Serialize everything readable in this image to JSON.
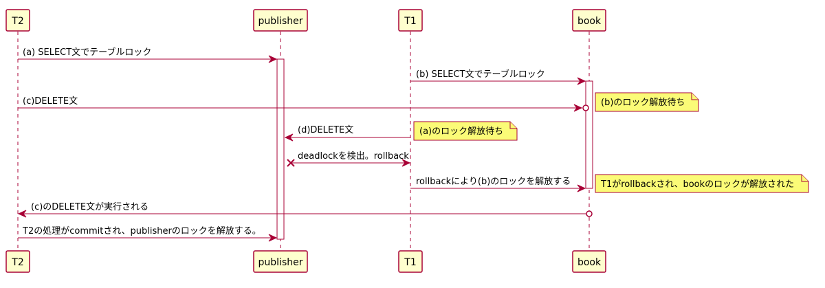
{
  "participants": {
    "t2": "T2",
    "publisher": "publisher",
    "t1": "T1",
    "book": "book"
  },
  "messages": {
    "m1": "(a) SELECT文でテーブルロック",
    "m2": "(b) SELECT文でテーブルロック",
    "m3": "(c)DELETE文",
    "m4": "(d)DELETE文",
    "m5": "deadlockを検出。rollback",
    "m6": "rollbackにより(b)のロックを解放する",
    "m7": "(c)のDELETE文が実行される",
    "m8": "T2の処理がcommitされ、publisherのロックを解放する。"
  },
  "notes": {
    "n1": "(b)のロック解放待ち",
    "n2": "(a)のロック解放待ち",
    "n3": "T1がrollbackされ、bookのロックが解放された"
  },
  "colors": {
    "line": "#A80036",
    "participant_fill": "#FEFECE",
    "note_fill": "#FBFB77"
  }
}
